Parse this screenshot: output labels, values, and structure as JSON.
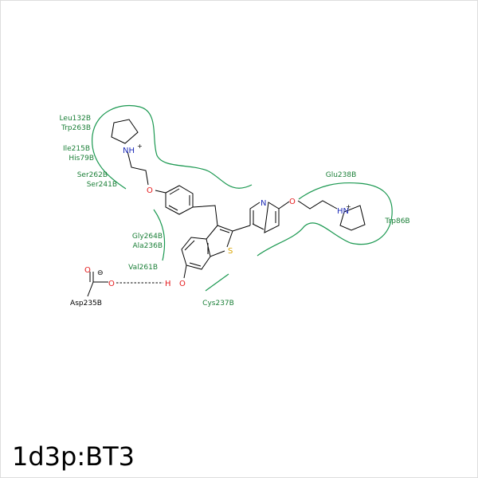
{
  "title": "1d3p:BT3",
  "colors": {
    "contact": "#1a9850",
    "residue_label": "#1a7f37",
    "oxygen": "#e41a1c",
    "nitrogen": "#1f2db8",
    "sulfur": "#d9a400",
    "bond": "#000000"
  },
  "residues": {
    "leu132b": "Leu132B",
    "trp263b": "Trp263B",
    "ile215b": "Ile215B",
    "his79b": "His79B",
    "ser262b": "Ser262B",
    "ser241b": "Ser241B",
    "glu238b": "Glu238B",
    "trp86b": "Trp86B",
    "gly264b": "Gly264B",
    "ala236b": "Ala236B",
    "val261b": "Val261B",
    "cys237b": "Cys237B",
    "asp235b": "Asp235B"
  },
  "atoms": {
    "n_left": "NH",
    "n_right": "HN",
    "plus": "+",
    "o_ether_left": "O",
    "o_ether_right": "O",
    "n_pyridine": "N",
    "s_thiophene": "S",
    "o_phenol": "O",
    "h_phenol": "H",
    "o_carboxylate": "O",
    "o_carbonyl": "O",
    "minus": "⊖"
  }
}
